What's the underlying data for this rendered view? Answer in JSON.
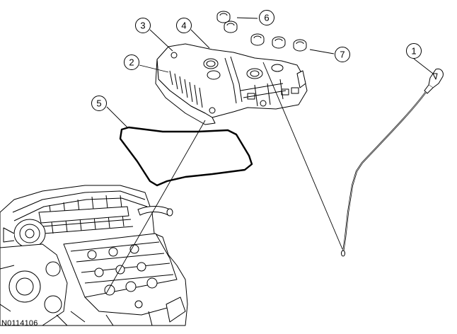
{
  "figure_id": "N0114106",
  "callouts": [
    "1",
    "2",
    "3",
    "4",
    "5",
    "6",
    "7"
  ]
}
